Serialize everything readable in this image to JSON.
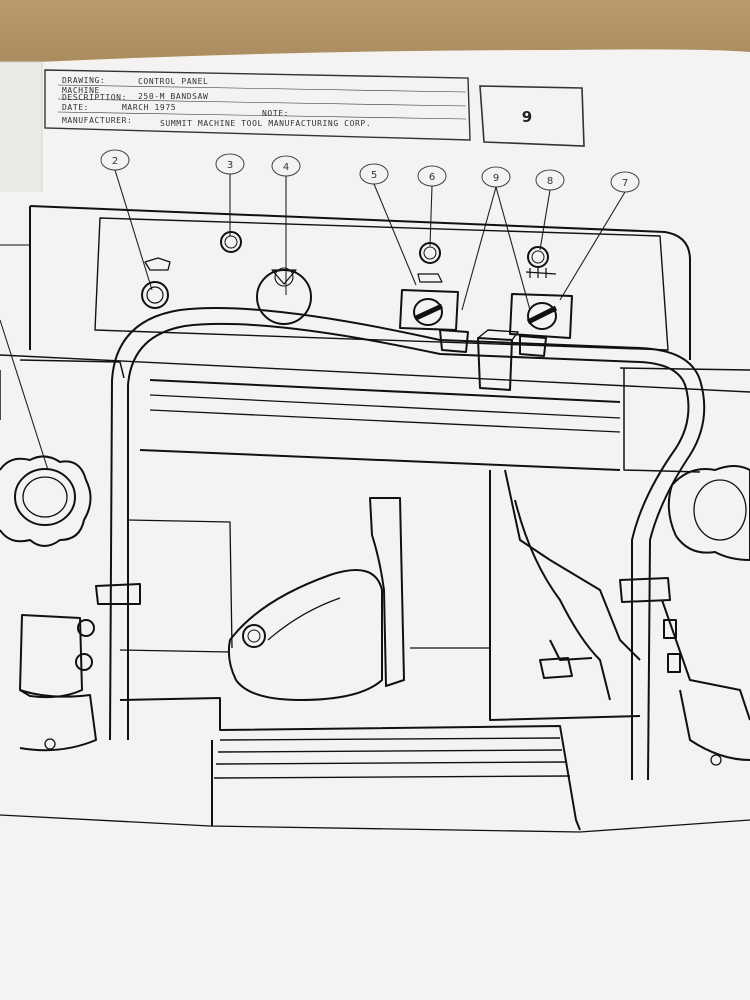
{
  "title_block": {
    "drawing_label": "DRAWING:",
    "drawing_value": "CONTROL PANEL",
    "machine_label": "MACHINE",
    "description_label": "DESCRIPTION:",
    "description_value": "250-M BANDSAW",
    "date_label": "DATE:",
    "date_value": "MARCH 1975",
    "note_label": "NOTE:",
    "manufacturer_label": "MANUFACTURER:",
    "manufacturer_value": "SUMMIT MACHINE TOOL MANUFACTURING CORP.",
    "sheet_number": "9"
  },
  "callouts": [
    {
      "id": "2"
    },
    {
      "id": "3"
    },
    {
      "id": "4"
    },
    {
      "id": "5"
    },
    {
      "id": "6"
    },
    {
      "id": "9"
    },
    {
      "id": "8"
    },
    {
      "id": "7"
    }
  ],
  "colors": {
    "paper": "#f4f3f1",
    "ink": "#1a1a1a",
    "background": "#b99a6c"
  }
}
